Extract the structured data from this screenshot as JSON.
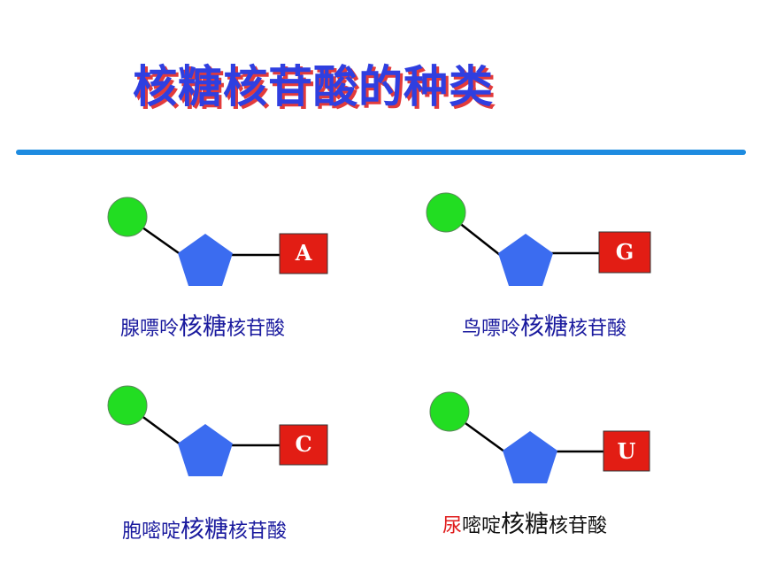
{
  "title": "核糖核苷酸的种类",
  "colors": {
    "phosphate": "#22dd22",
    "sugar": "#3b6cf0",
    "base": "#e21d14"
  },
  "nucleotides": [
    {
      "base": "A",
      "caption_part1": "腺嘌呤",
      "caption_part2": "核糖",
      "caption_part3": "核苷酸"
    },
    {
      "base": "G",
      "caption_part1": "鸟嘌呤",
      "caption_part2": "核糖",
      "caption_part3": "核苷酸"
    },
    {
      "base": "C",
      "caption_part1": "胞嘧啶",
      "caption_part2": "核糖",
      "caption_part3": "核苷酸"
    },
    {
      "base": "U",
      "caption_part0": "尿",
      "caption_part1": "嘧啶",
      "caption_part2": "核糖",
      "caption_part3": "核苷酸"
    }
  ]
}
